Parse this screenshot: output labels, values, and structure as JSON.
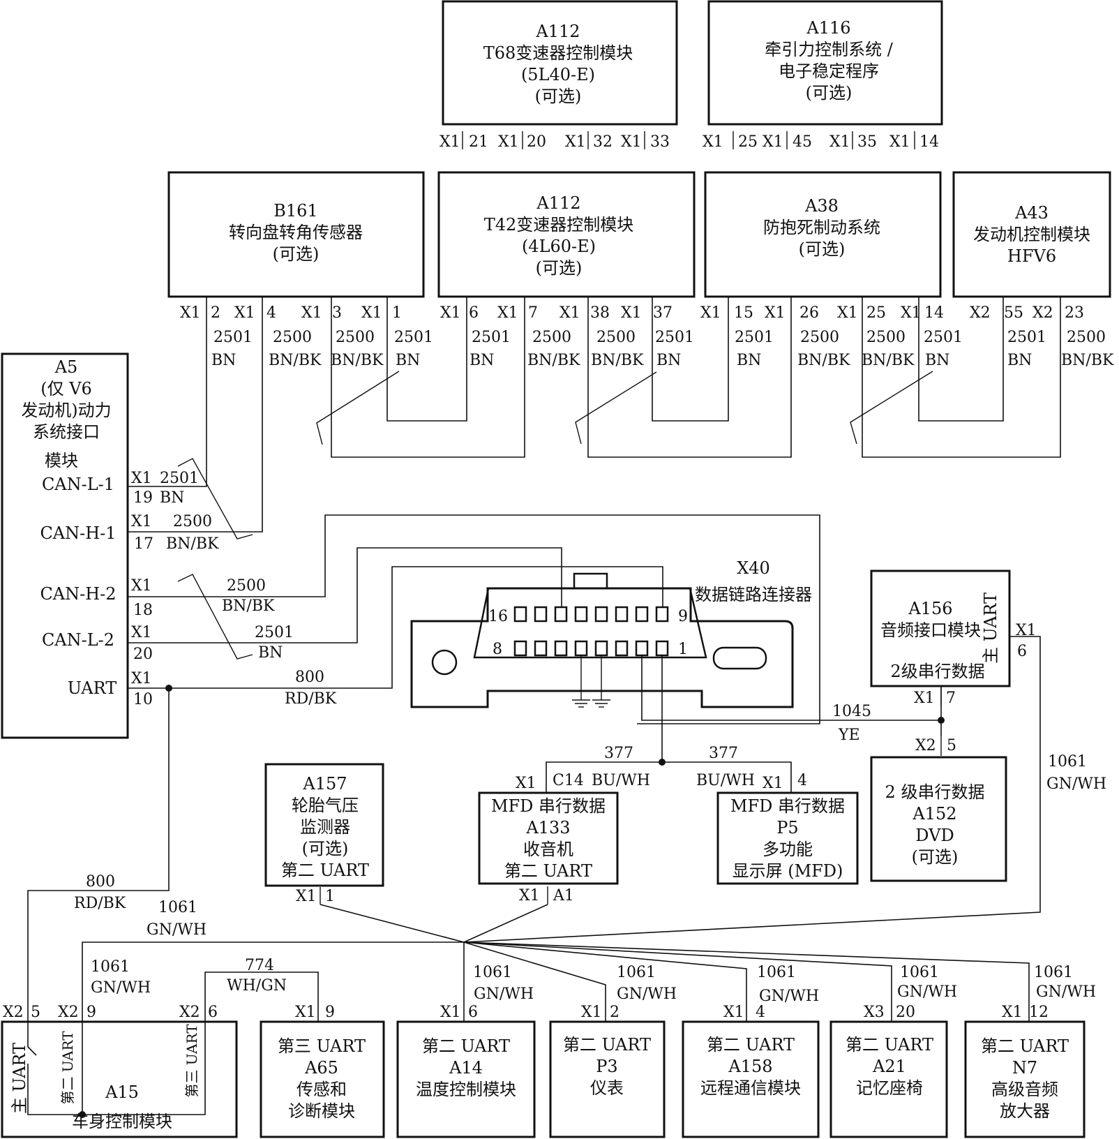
{
  "modules": {
    "a112_t68": {
      "lines": [
        "A112",
        "T68变速器控制模块",
        "(5L40-E)",
        "(可选)"
      ]
    },
    "a116": {
      "lines": [
        "A116",
        "牵引力控制系统 /",
        "电子稳定程序",
        "(可选)"
      ]
    },
    "b161": {
      "lines": [
        "B161",
        "转向盘转角传感器",
        "(可选)"
      ]
    },
    "a112_t42": {
      "lines": [
        "A112",
        "T42变速器控制模块",
        "(4L60-E)",
        "(可选)"
      ]
    },
    "a38": {
      "lines": [
        "A38",
        "防抱死制动系统",
        "(可选)"
      ]
    },
    "a43": {
      "lines": [
        "A43",
        "发动机控制模块",
        "HFV6"
      ]
    },
    "a5": {
      "lines": [
        "A5",
        "(仅 V6",
        "发动机)动力",
        "系统接口",
        "模块"
      ]
    },
    "a5_pins": {
      "can_l1": "CAN-L-1",
      "can_h1": "CAN-H-1",
      "can_h2": "CAN-H-2",
      "can_l2": "CAN-L-2",
      "uart": "UART"
    },
    "x40": {
      "lines": [
        "X40",
        "数据链路连接器"
      ],
      "pin16": "16",
      "pin9": "9",
      "pin8": "8",
      "pin1": "1"
    },
    "a156": {
      "lines": [
        "A156",
        "音频接口模块",
        "2级串行数据"
      ],
      "side": "主 UART"
    },
    "a157": {
      "lines": [
        "A157",
        "轮胎气压",
        "监测器",
        "(可选)",
        "第二 UART"
      ]
    },
    "a133": {
      "lines": [
        "MFD 串行数据",
        "A133",
        "收音机",
        "第二 UART"
      ]
    },
    "p5": {
      "lines": [
        "MFD 串行数据",
        "P5",
        "多功能",
        "显示屏 (MFD)"
      ]
    },
    "a152": {
      "lines": [
        "2 级串行数据",
        "A152",
        "DVD",
        "(可选)"
      ]
    },
    "a15": {
      "lines": [
        "A15",
        "车身控制模块"
      ],
      "side1": "主 UART",
      "side2": "第二 UART",
      "side3": "第三 UART"
    },
    "a65": {
      "lines": [
        "第三 UART",
        "A65",
        "传感和",
        "诊断模块"
      ]
    },
    "a14": {
      "lines": [
        "第二 UART",
        "A14",
        "温度控制模块"
      ]
    },
    "p3": {
      "lines": [
        "第二 UART",
        "P3",
        "仪表"
      ]
    },
    "a158": {
      "lines": [
        "第二 UART",
        "A158",
        "远程通信模块"
      ]
    },
    "a21": {
      "lines": [
        "第二 UART",
        "A21",
        "记忆座椅"
      ]
    },
    "n7": {
      "lines": [
        "第二 UART",
        "N7",
        "高级音频",
        "放大器"
      ]
    }
  },
  "connectors": {
    "a112_t68": [
      "X1",
      "21",
      "X1",
      "20",
      "X1",
      "32",
      "X1",
      "33"
    ],
    "a116": [
      "X1",
      "25",
      "X1",
      "45",
      "X1",
      "35",
      "X1",
      "14"
    ],
    "b161": [
      "X1",
      "2",
      "X1",
      "4"
    ],
    "b161_t42": [
      "X1",
      "3",
      "X1",
      "1"
    ],
    "a112_t42": [
      "X1",
      "6",
      "X1",
      "7"
    ],
    "a38": [
      "X1",
      "38",
      "X1",
      "37",
      "X1",
      "15",
      "X1",
      "26"
    ],
    "a43_left": [
      "X1",
      "25",
      "X1",
      "14"
    ],
    "a43": [
      "X2",
      "55",
      "X2",
      "23"
    ],
    "a5": [
      "X1",
      "19",
      "X1",
      "17",
      "X1",
      "18",
      "X1",
      "20",
      "X1",
      "10"
    ],
    "a156": [
      "X1",
      "6",
      "X1",
      "7"
    ],
    "a152": [
      "X2",
      "5"
    ],
    "a133": [
      "X1",
      "C14",
      "X1",
      "A1"
    ],
    "p5": [
      "X1",
      "4"
    ],
    "a157": [
      "X1",
      "1"
    ],
    "a15": [
      "X2",
      "5",
      "X2",
      "9",
      "X2",
      "6"
    ],
    "a65": [
      "X1",
      "9"
    ],
    "a14": [
      "X1",
      "6"
    ],
    "p3": [
      "X1",
      "2"
    ],
    "a158": [
      "X1",
      "4"
    ],
    "a21": [
      "X3",
      "20"
    ],
    "n7": [
      "X1",
      "12"
    ]
  },
  "wires": {
    "top": [
      [
        "2501",
        "BN"
      ],
      [
        "2500",
        "BN/BK"
      ],
      [
        "2500",
        "BN/BK"
      ],
      [
        "2501",
        "BN"
      ],
      [
        "2501",
        "BN"
      ],
      [
        "2500",
        "BN/BK"
      ],
      [
        "2500",
        "BN/BK"
      ],
      [
        "2501",
        "BN"
      ],
      [
        "2501",
        "BN"
      ],
      [
        "2500",
        "BN/BK"
      ],
      [
        "2500",
        "BN/BK"
      ],
      [
        "2501",
        "BN"
      ],
      [
        "2501",
        "BN"
      ],
      [
        "2500",
        "BN/BK"
      ]
    ],
    "a5_can_l1": [
      "2501",
      "BN"
    ],
    "a5_can_h1": [
      "2500",
      "BN/BK"
    ],
    "a5_can_h2": [
      "2500",
      "BN/BK"
    ],
    "a5_can_l2": [
      "2501",
      "BN"
    ],
    "uart_800": [
      "800",
      "RD/BK"
    ],
    "left_800": [
      "800",
      "RD/BK"
    ],
    "w1045": [
      "1045",
      "YE"
    ],
    "w377_left": [
      "377",
      "BU/WH"
    ],
    "w377_right": [
      "377",
      "BU/WH"
    ],
    "w1061_right": [
      "1061",
      "GN/WH"
    ],
    "w1061_a15top": [
      "1061",
      "GN/WH"
    ],
    "w1061_a15": [
      "1061",
      "GN/WH"
    ],
    "w774": [
      "774",
      "WH/GN"
    ],
    "w1061_a14": [
      "1061",
      "GN/WH"
    ],
    "w1061_p3": [
      "1061",
      "GN/WH"
    ],
    "w1061_a158": [
      "1061",
      "GN/WH"
    ],
    "w1061_a21": [
      "1061",
      "GN/WH"
    ],
    "w1061_n7": [
      "1061",
      "GN/WH"
    ]
  }
}
